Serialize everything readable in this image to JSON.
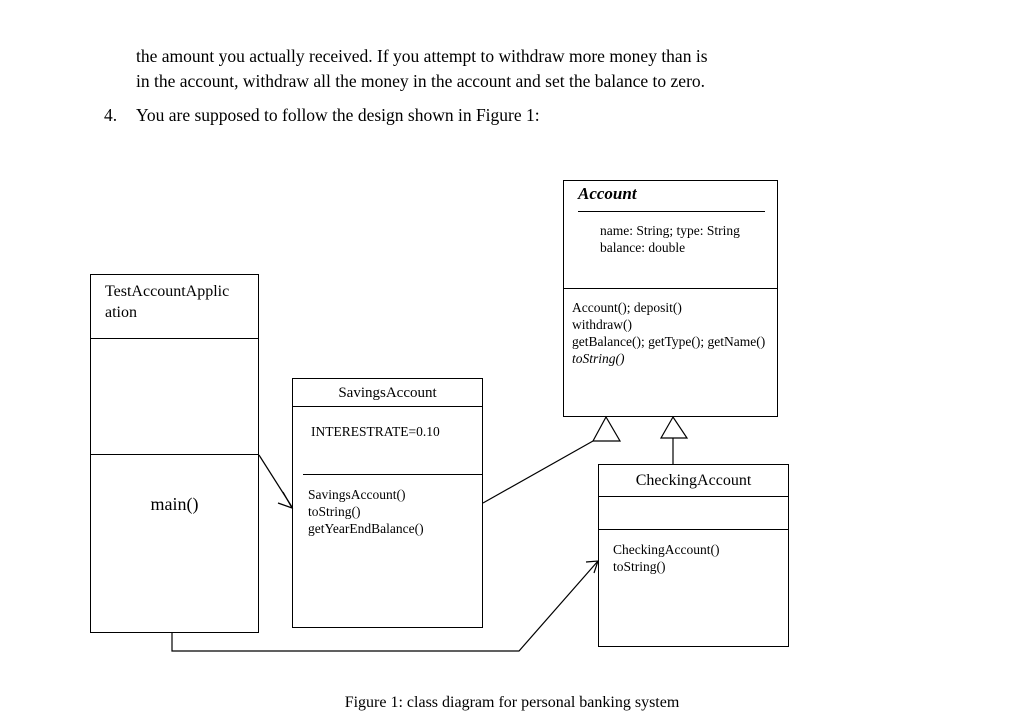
{
  "document": {
    "paragraph_lines": [
      "the amount you actually received.  If you attempt to withdraw more money than is",
      "in the account, withdraw all the money in the account and set the balance to zero."
    ],
    "list_item": {
      "number": "4.",
      "text": "You are supposed to follow the design shown in Figure 1:"
    },
    "figure_caption": "Figure 1: class diagram for personal banking system"
  },
  "diagram": {
    "type": "uml-class-diagram",
    "classes": [
      {
        "id": "account",
        "name": "Account",
        "abstract": true,
        "attributes": [
          "name: String; type: String",
          "balance: double"
        ],
        "methods": [
          {
            "text": "Account(); deposit()",
            "italic": false
          },
          {
            "text": "withdraw()",
            "italic": false
          },
          {
            "text": "getBalance(); getType(); getName()",
            "italic": false
          },
          {
            "text": "toString()",
            "italic": true
          }
        ]
      },
      {
        "id": "savings-account",
        "name": "SavingsAccount",
        "abstract": false,
        "attributes": [
          "INTERESTRATE=0.10"
        ],
        "methods": [
          {
            "text": "SavingsAccount()",
            "italic": false
          },
          {
            "text": "toString()",
            "italic": false
          },
          {
            "text": "getYearEndBalance()",
            "italic": false
          }
        ]
      },
      {
        "id": "checking-account",
        "name": "CheckingAccount",
        "abstract": false,
        "attributes": [],
        "methods": [
          {
            "text": "CheckingAccount()",
            "italic": false
          },
          {
            "text": "toString()",
            "italic": false
          }
        ]
      },
      {
        "id": "test-account-application",
        "name_lines": [
          "TestAccountApplic",
          "ation"
        ],
        "abstract": false,
        "attributes": [],
        "methods": [
          {
            "text": "main()",
            "italic": false
          }
        ]
      }
    ],
    "relationships": [
      {
        "from": "savings-account",
        "to": "account",
        "type": "generalization"
      },
      {
        "from": "checking-account",
        "to": "account",
        "type": "generalization"
      },
      {
        "from": "test-account-application",
        "to": "savings-account",
        "type": "association"
      },
      {
        "from": "test-account-application",
        "to": "checking-account",
        "type": "association"
      }
    ],
    "colors": {
      "stroke": "#000000",
      "fill": "#ffffff"
    }
  }
}
